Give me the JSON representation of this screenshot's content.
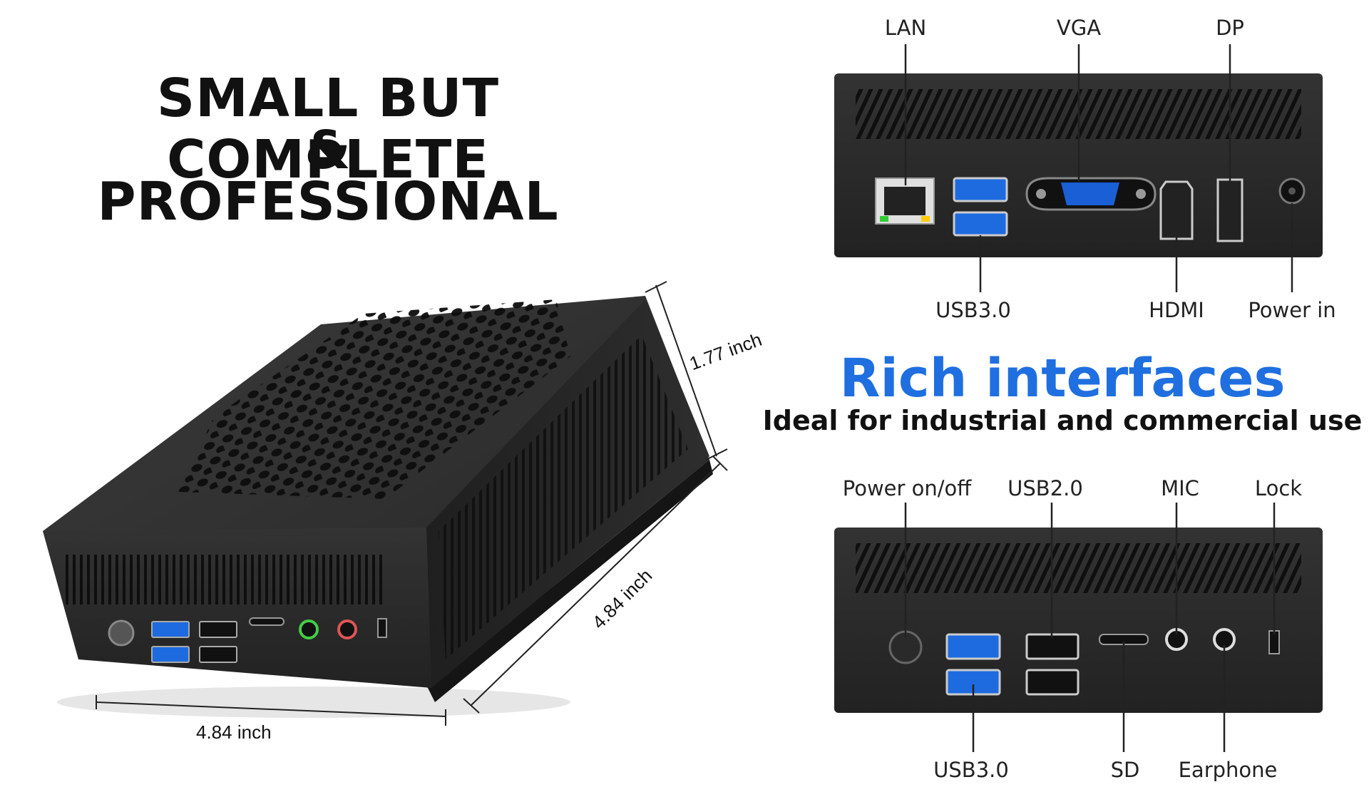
{
  "headline": {
    "line1": "SMALL BUT COMPLETE",
    "line2": "&",
    "line3": "PROFESSIONAL"
  },
  "dimensions": {
    "height": "1.77 inch",
    "depth": "4.84 inch",
    "width": "4.84 inch"
  },
  "rear_panel": {
    "top_labels": [
      "LAN",
      "VGA",
      "DP"
    ],
    "bottom_labels": [
      "USB3.0",
      "HDMI",
      "Power in"
    ]
  },
  "middle": {
    "title": "Rich interfaces",
    "subtitle": "Ideal for industrial and commercial use",
    "title_color": "#1f6fe0"
  },
  "front_panel": {
    "top_labels": [
      "Power on/off",
      "USB2.0",
      "MIC",
      "Lock"
    ],
    "bottom_labels": [
      "USB3.0",
      "SD",
      "Earphone"
    ]
  },
  "colors": {
    "device_body": "#2b2b2b",
    "device_dark": "#1a1a1a",
    "usb3_blue": "#1e6be0",
    "vga_blue": "#1a5fd6"
  }
}
